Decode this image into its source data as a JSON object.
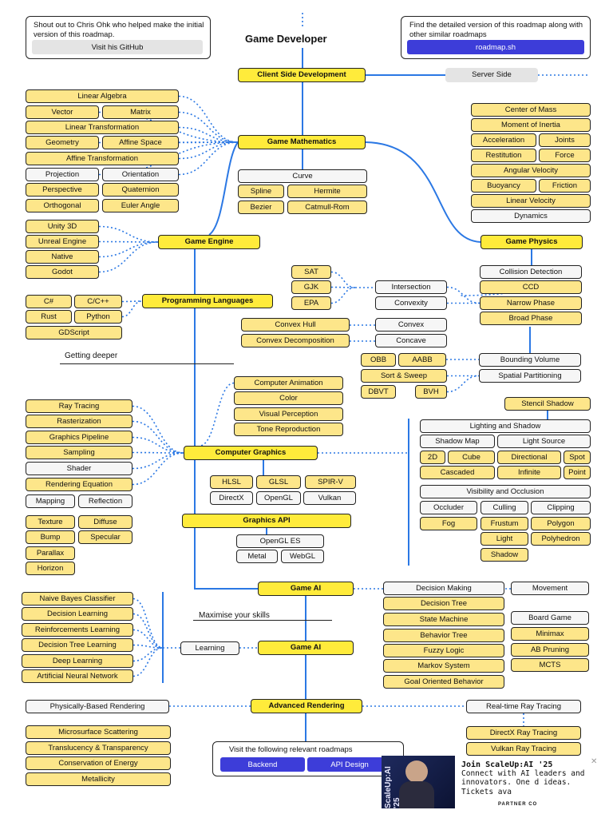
{
  "header": {
    "title": "Game Developer",
    "credit_text": "Shout out to Chris Ohk who helped make the initial version of this roadmap.",
    "credit_button": "Visit his GitHub",
    "detail_text": "Find the detailed version of this roadmap along with other similar roadmaps",
    "detail_button": "roadmap.sh"
  },
  "labels": {
    "getting_deeper": "Getting deeper",
    "maximise": "Maximise your skills"
  },
  "footer": {
    "text": "Visit the following relevant roadmaps",
    "buttons": [
      "Backend",
      "API Design"
    ]
  },
  "ad": {
    "title": "Join ScaleUp:AI '25",
    "body": "Connect with AI leaders and innovators. One d ideas. Tickets ava",
    "badge": "PARTNER CO",
    "close": "✕",
    "image_text": "ScaleUp:AI '25"
  },
  "colors": {
    "primary": "#ffeb3b",
    "secondary": "#fde68a",
    "alt": "#f6f6f6",
    "line": "#2b78e4",
    "button": "#3d3dd9"
  },
  "nodes": [
    {
      "id": "client",
      "t": "Client Side Development",
      "s": "t"
    },
    {
      "id": "server",
      "t": "Server Side",
      "s": "g"
    },
    {
      "id": "gmath",
      "t": "Game Mathematics",
      "s": "t"
    },
    {
      "id": "linalg",
      "t": "Linear Algebra",
      "s": "y"
    },
    {
      "id": "vector",
      "t": "Vector",
      "s": "y"
    },
    {
      "id": "matrix",
      "t": "Matrix",
      "s": "y"
    },
    {
      "id": "lintrans",
      "t": "Linear Transformation",
      "s": "y"
    },
    {
      "id": "geometry",
      "t": "Geometry",
      "s": "y"
    },
    {
      "id": "affspace",
      "t": "Affine Space",
      "s": "y"
    },
    {
      "id": "afftrans",
      "t": "Affine Transformation",
      "s": "y"
    },
    {
      "id": "projection",
      "t": "Projection",
      "s": "w"
    },
    {
      "id": "orientation",
      "t": "Orientation",
      "s": "w"
    },
    {
      "id": "perspective",
      "t": "Perspective",
      "s": "y"
    },
    {
      "id": "quaternion",
      "t": "Quaternion",
      "s": "y"
    },
    {
      "id": "orthogonal",
      "t": "Orthogonal",
      "s": "y"
    },
    {
      "id": "euler",
      "t": "Euler Angle",
      "s": "y"
    },
    {
      "id": "curve",
      "t": "Curve",
      "s": "w"
    },
    {
      "id": "spline",
      "t": "Spline",
      "s": "y"
    },
    {
      "id": "hermite",
      "t": "Hermite",
      "s": "y"
    },
    {
      "id": "bezier",
      "t": "Bezier",
      "s": "y"
    },
    {
      "id": "catmull",
      "t": "Catmull-Rom",
      "s": "y"
    },
    {
      "id": "com",
      "t": "Center of Mass",
      "s": "y"
    },
    {
      "id": "moi",
      "t": "Moment of Inertia",
      "s": "y"
    },
    {
      "id": "accel",
      "t": "Acceleration",
      "s": "y"
    },
    {
      "id": "joints",
      "t": "Joints",
      "s": "y"
    },
    {
      "id": "restitution",
      "t": "Restitution",
      "s": "y"
    },
    {
      "id": "force",
      "t": "Force",
      "s": "y"
    },
    {
      "id": "angvel",
      "t": "Angular Velocity",
      "s": "y"
    },
    {
      "id": "buoyancy",
      "t": "Buoyancy",
      "s": "y"
    },
    {
      "id": "friction",
      "t": "Friction",
      "s": "y"
    },
    {
      "id": "linvel",
      "t": "Linear Velocity",
      "s": "y"
    },
    {
      "id": "dynamics",
      "t": "Dynamics",
      "s": "w"
    },
    {
      "id": "gphysics",
      "t": "Game Physics",
      "s": "t"
    },
    {
      "id": "gengine",
      "t": "Game Engine",
      "s": "t"
    },
    {
      "id": "unity",
      "t": "Unity 3D",
      "s": "y"
    },
    {
      "id": "unreal",
      "t": "Unreal Engine",
      "s": "y"
    },
    {
      "id": "native",
      "t": "Native",
      "s": "y"
    },
    {
      "id": "godot",
      "t": "Godot",
      "s": "y"
    },
    {
      "id": "coldet",
      "t": "Collision Detection",
      "s": "w"
    },
    {
      "id": "ccd",
      "t": "CCD",
      "s": "y"
    },
    {
      "id": "narrow",
      "t": "Narrow Phase",
      "s": "y"
    },
    {
      "id": "broad",
      "t": "Broad Phase",
      "s": "y"
    },
    {
      "id": "sat",
      "t": "SAT",
      "s": "y"
    },
    {
      "id": "gjk",
      "t": "GJK",
      "s": "y"
    },
    {
      "id": "epa",
      "t": "EPA",
      "s": "y"
    },
    {
      "id": "intersection",
      "t": "Intersection",
      "s": "w"
    },
    {
      "id": "convexity",
      "t": "Convexity",
      "s": "w"
    },
    {
      "id": "proglang",
      "t": "Programming Languages",
      "s": "t"
    },
    {
      "id": "csharp",
      "t": "C#",
      "s": "y"
    },
    {
      "id": "ccpp",
      "t": "C/C++",
      "s": "y"
    },
    {
      "id": "rust",
      "t": "Rust",
      "s": "y"
    },
    {
      "id": "python",
      "t": "Python",
      "s": "y"
    },
    {
      "id": "gdscript",
      "t": "GDScript",
      "s": "y"
    },
    {
      "id": "convexhull",
      "t": "Convex Hull",
      "s": "y"
    },
    {
      "id": "convex",
      "t": "Convex",
      "s": "w"
    },
    {
      "id": "convexdecomp",
      "t": "Convex Decomposition",
      "s": "y"
    },
    {
      "id": "concave",
      "t": "Concave",
      "s": "w"
    },
    {
      "id": "obb",
      "t": "OBB",
      "s": "y"
    },
    {
      "id": "aabb",
      "t": "AABB",
      "s": "y"
    },
    {
      "id": "bvolume",
      "t": "Bounding Volume",
      "s": "w"
    },
    {
      "id": "sortsweep",
      "t": "Sort & Sweep",
      "s": "y"
    },
    {
      "id": "spatial",
      "t": "Spatial Partitioning",
      "s": "w"
    },
    {
      "id": "dbvt",
      "t": "DBVT",
      "s": "y"
    },
    {
      "id": "bvh",
      "t": "BVH",
      "s": "y"
    },
    {
      "id": "companim",
      "t": "Computer Animation",
      "s": "y"
    },
    {
      "id": "color",
      "t": "Color",
      "s": "y"
    },
    {
      "id": "visperc",
      "t": "Visual Perception",
      "s": "y"
    },
    {
      "id": "tonerep",
      "t": "Tone Reproduction",
      "s": "y"
    },
    {
      "id": "stencil",
      "t": "Stencil Shadow",
      "s": "y"
    },
    {
      "id": "lightshadow",
      "t": "Lighting and Shadow",
      "s": "w"
    },
    {
      "id": "shadowmap",
      "t": "Shadow Map",
      "s": "w"
    },
    {
      "id": "lightsource",
      "t": "Light Source",
      "s": "w"
    },
    {
      "id": "2d",
      "t": "2D",
      "s": "y"
    },
    {
      "id": "cube",
      "t": "Cube",
      "s": "y"
    },
    {
      "id": "directional",
      "t": "Directional",
      "s": "y"
    },
    {
      "id": "spot",
      "t": "Spot",
      "s": "y"
    },
    {
      "id": "cascaded",
      "t": "Cascaded",
      "s": "y"
    },
    {
      "id": "infinite",
      "t": "Infinite",
      "s": "y"
    },
    {
      "id": "point",
      "t": "Point",
      "s": "y"
    },
    {
      "id": "raytracing",
      "t": "Ray Tracing",
      "s": "y"
    },
    {
      "id": "raster",
      "t": "Rasterization",
      "s": "y"
    },
    {
      "id": "gpipeline",
      "t": "Graphics Pipeline",
      "s": "y"
    },
    {
      "id": "sampling",
      "t": "Sampling",
      "s": "y"
    },
    {
      "id": "shader",
      "t": "Shader",
      "s": "w"
    },
    {
      "id": "rendereq",
      "t": "Rendering Equation",
      "s": "y"
    },
    {
      "id": "mapping",
      "t": "Mapping",
      "s": "w"
    },
    {
      "id": "reflection",
      "t": "Reflection",
      "s": "w"
    },
    {
      "id": "texture",
      "t": "Texture",
      "s": "y"
    },
    {
      "id": "diffuse",
      "t": "Diffuse",
      "s": "y"
    },
    {
      "id": "bump",
      "t": "Bump",
      "s": "y"
    },
    {
      "id": "specular",
      "t": "Specular",
      "s": "y"
    },
    {
      "id": "parallax",
      "t": "Parallax",
      "s": "y"
    },
    {
      "id": "horizon",
      "t": "Horizon",
      "s": "y"
    },
    {
      "id": "cgraphics",
      "t": "Computer Graphics",
      "s": "t"
    },
    {
      "id": "hlsl",
      "t": "HLSL",
      "s": "y"
    },
    {
      "id": "glsl",
      "t": "GLSL",
      "s": "y"
    },
    {
      "id": "spirv",
      "t": "SPIR-V",
      "s": "y"
    },
    {
      "id": "directx",
      "t": "DirectX",
      "s": "w"
    },
    {
      "id": "opengl",
      "t": "OpenGL",
      "s": "w"
    },
    {
      "id": "vulkan",
      "t": "Vulkan",
      "s": "w"
    },
    {
      "id": "gapi",
      "t": "Graphics API",
      "s": "t"
    },
    {
      "id": "opengles",
      "t": "OpenGL ES",
      "s": "w"
    },
    {
      "id": "metal",
      "t": "Metal",
      "s": "w"
    },
    {
      "id": "webgl",
      "t": "WebGL",
      "s": "w"
    },
    {
      "id": "visocc",
      "t": "Visibility and Occlusion",
      "s": "w"
    },
    {
      "id": "occluder",
      "t": "Occluder",
      "s": "w"
    },
    {
      "id": "culling",
      "t": "Culling",
      "s": "w"
    },
    {
      "id": "clipping",
      "t": "Clipping",
      "s": "w"
    },
    {
      "id": "fog",
      "t": "Fog",
      "s": "y"
    },
    {
      "id": "frustum",
      "t": "Frustum",
      "s": "y"
    },
    {
      "id": "polygon",
      "t": "Polygon",
      "s": "y"
    },
    {
      "id": "light",
      "t": "Light",
      "s": "y"
    },
    {
      "id": "polyhedron",
      "t": "Polyhedron",
      "s": "y"
    },
    {
      "id": "shadow",
      "t": "Shadow",
      "s": "y"
    },
    {
      "id": "gameai1",
      "t": "Game AI",
      "s": "t"
    },
    {
      "id": "decmaking",
      "t": "Decision Making",
      "s": "w"
    },
    {
      "id": "movement",
      "t": "Movement",
      "s": "w"
    },
    {
      "id": "dectree",
      "t": "Decision Tree",
      "s": "y"
    },
    {
      "id": "statemachine",
      "t": "State Machine",
      "s": "y"
    },
    {
      "id": "boardgame",
      "t": "Board Game",
      "s": "w"
    },
    {
      "id": "behtree",
      "t": "Behavior Tree",
      "s": "y"
    },
    {
      "id": "minimax",
      "t": "Minimax",
      "s": "y"
    },
    {
      "id": "fuzzy",
      "t": "Fuzzy Logic",
      "s": "y"
    },
    {
      "id": "abpruning",
      "t": "AB Pruning",
      "s": "y"
    },
    {
      "id": "markov",
      "t": "Markov System",
      "s": "y"
    },
    {
      "id": "mcts",
      "t": "MCTS",
      "s": "y"
    },
    {
      "id": "goap",
      "t": "Goal Oriented Behavior",
      "s": "y"
    },
    {
      "id": "naivebayes",
      "t": "Naive Bayes Classifier",
      "s": "y"
    },
    {
      "id": "declearning",
      "t": "Decision Learning",
      "s": "y"
    },
    {
      "id": "reinforce",
      "t": "Reinforcements Learning",
      "s": "y"
    },
    {
      "id": "dtlearning",
      "t": "Decision Tree Learning",
      "s": "y"
    },
    {
      "id": "deeplearning",
      "t": "Deep Learning",
      "s": "y"
    },
    {
      "id": "ann",
      "t": "Artificial Neural Network",
      "s": "y"
    },
    {
      "id": "learning",
      "t": "Learning",
      "s": "w"
    },
    {
      "id": "gameai2",
      "t": "Game AI",
      "s": "t"
    },
    {
      "id": "pbr",
      "t": "Physically-Based Rendering",
      "s": "w"
    },
    {
      "id": "advrender",
      "t": "Advanced Rendering",
      "s": "t"
    },
    {
      "id": "rtrt",
      "t": "Real-time Ray Tracing",
      "s": "w"
    },
    {
      "id": "microsurface",
      "t": "Microsurface Scattering",
      "s": "y"
    },
    {
      "id": "translucency",
      "t": "Translucency & Transparency",
      "s": "y"
    },
    {
      "id": "conservation",
      "t": "Conservation of Energy",
      "s": "y"
    },
    {
      "id": "metallicity",
      "t": "Metallicity",
      "s": "y"
    },
    {
      "id": "dxrt",
      "t": "DirectX Ray Tracing",
      "s": "y"
    },
    {
      "id": "vkrt",
      "t": "Vulkan Ray Tracing",
      "s": "y"
    }
  ]
}
